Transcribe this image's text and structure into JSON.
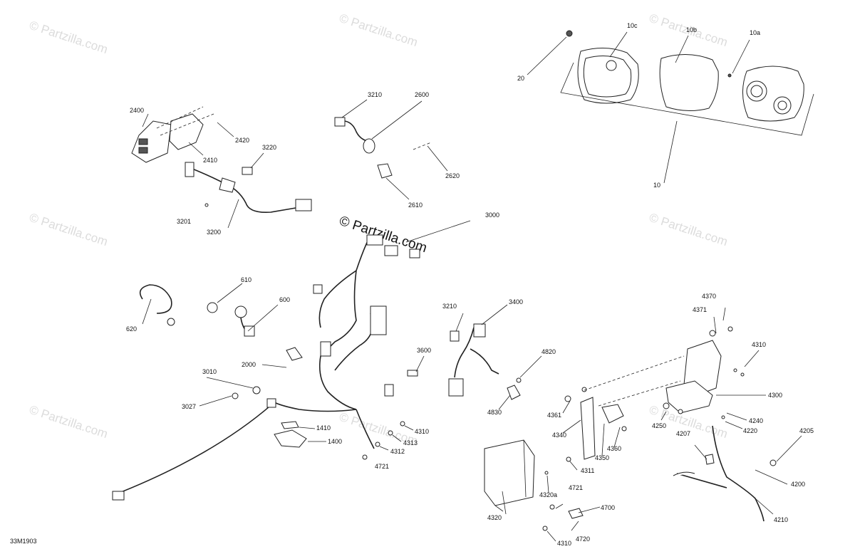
{
  "diagram_code": "33M1903",
  "watermark": {
    "repeat_text": "© Partzilla.com",
    "center_text": "© Partzilla.com"
  },
  "labels": [
    "10c",
    "10b",
    "10a",
    "20",
    "10",
    "2400",
    "2420",
    "2410",
    "3220",
    "3201",
    "3200",
    "3210",
    "2600",
    "2620",
    "2610",
    "3000",
    "610",
    "600",
    "620",
    "2000",
    "3600",
    "3010",
    "3027",
    "1410",
    "1400",
    "4310",
    "4313",
    "4312",
    "4721",
    "3210",
    "3400",
    "4820",
    "4830",
    "4370",
    "4371",
    "4310",
    "4300",
    "4240",
    "4220",
    "4250",
    "4207",
    "4205",
    "4200",
    "4210",
    "4361",
    "4340",
    "4350",
    "4360",
    "4311",
    "4320",
    "4320a",
    "4721",
    "4700",
    "4720",
    "4310"
  ]
}
